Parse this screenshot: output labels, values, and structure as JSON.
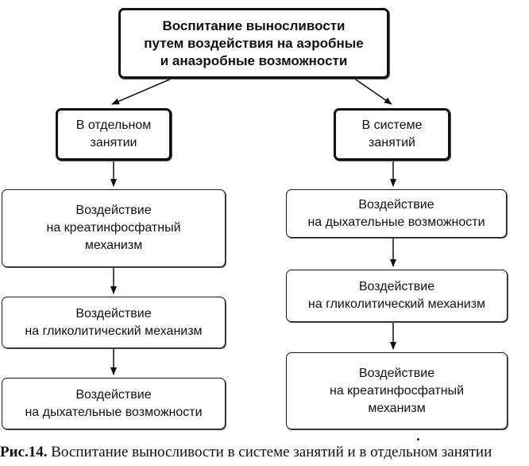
{
  "diagram": {
    "root": "Воспитание выносливости\nпутем воздействия на аэробные\nи анаэробные возможности",
    "left": {
      "head": "В отдельном\nзанятии",
      "steps": [
        "Воздействие\nна креатинфосфатный\nмеханизм",
        "Воздействие\nна гликолитический механизм",
        "Воздействие\nна дыхательные возможности"
      ]
    },
    "right": {
      "head": "В системе\nзанятий",
      "steps": [
        "Воздействие\nна дыхательные возможности",
        "Воздействие\nна гликолитический механизм",
        "Воздействие\nна креатинфосфатный\nмеханизм"
      ]
    }
  },
  "caption": {
    "label": "Рис.14.",
    "text": " Воспитание выносливости в системе занятий и в отдельном занятии"
  }
}
